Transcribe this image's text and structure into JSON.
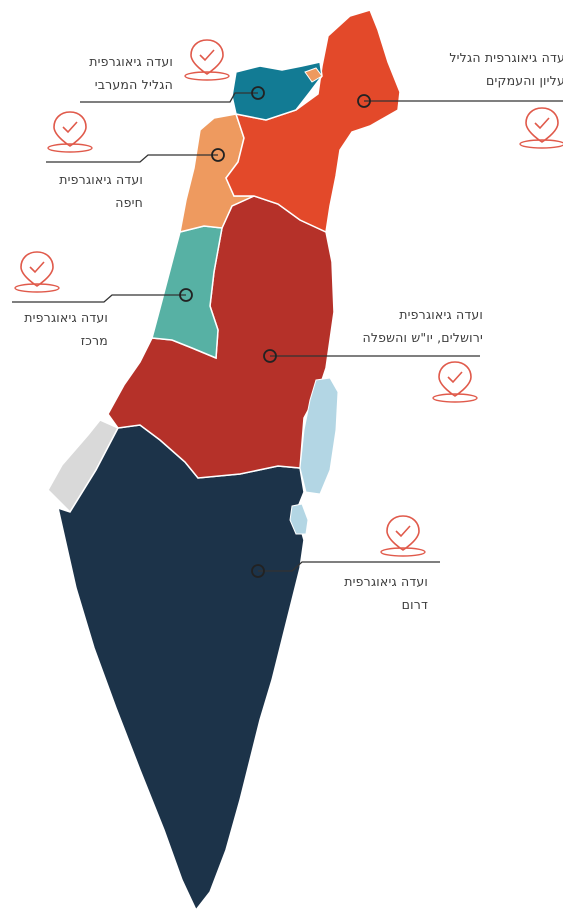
{
  "colors": {
    "western_galilee": "#127b94",
    "upper_galilee": "#e3492a",
    "haifa": "#ee9a5f",
    "center": "#57b1a4",
    "jerusalem": "#b53129",
    "south": "#1c3349",
    "gray_area": "#d9d9d9",
    "water": "#b3d6e4",
    "pin": "#e05a4b",
    "line": "#333333"
  },
  "committees": [
    {
      "id": "western-galilee",
      "line1": "ועדה גיאוגרפית",
      "line2": "הגליל המערבי",
      "icon": "location-check-icon"
    },
    {
      "id": "upper-galilee",
      "line1": "עדה גיאוגרפית הגליל",
      "line2": "עליון והעמקים",
      "icon": "location-check-icon"
    },
    {
      "id": "haifa",
      "line1": "ועדה גיאוגרפית",
      "line2": "חיפה",
      "icon": "location-check-icon"
    },
    {
      "id": "center",
      "line1": "ועדה גיאוגרפית",
      "line2": "מרכז",
      "icon": "location-check-icon"
    },
    {
      "id": "jerusalem",
      "line1": "ועדה גיאוגרפית",
      "line2": "ירושלים, יו\"ש והשפלה",
      "icon": "location-check-icon"
    },
    {
      "id": "south",
      "line1": "ועדה גיאוגרפית",
      "line2": "דרום",
      "icon": "location-check-icon"
    }
  ]
}
